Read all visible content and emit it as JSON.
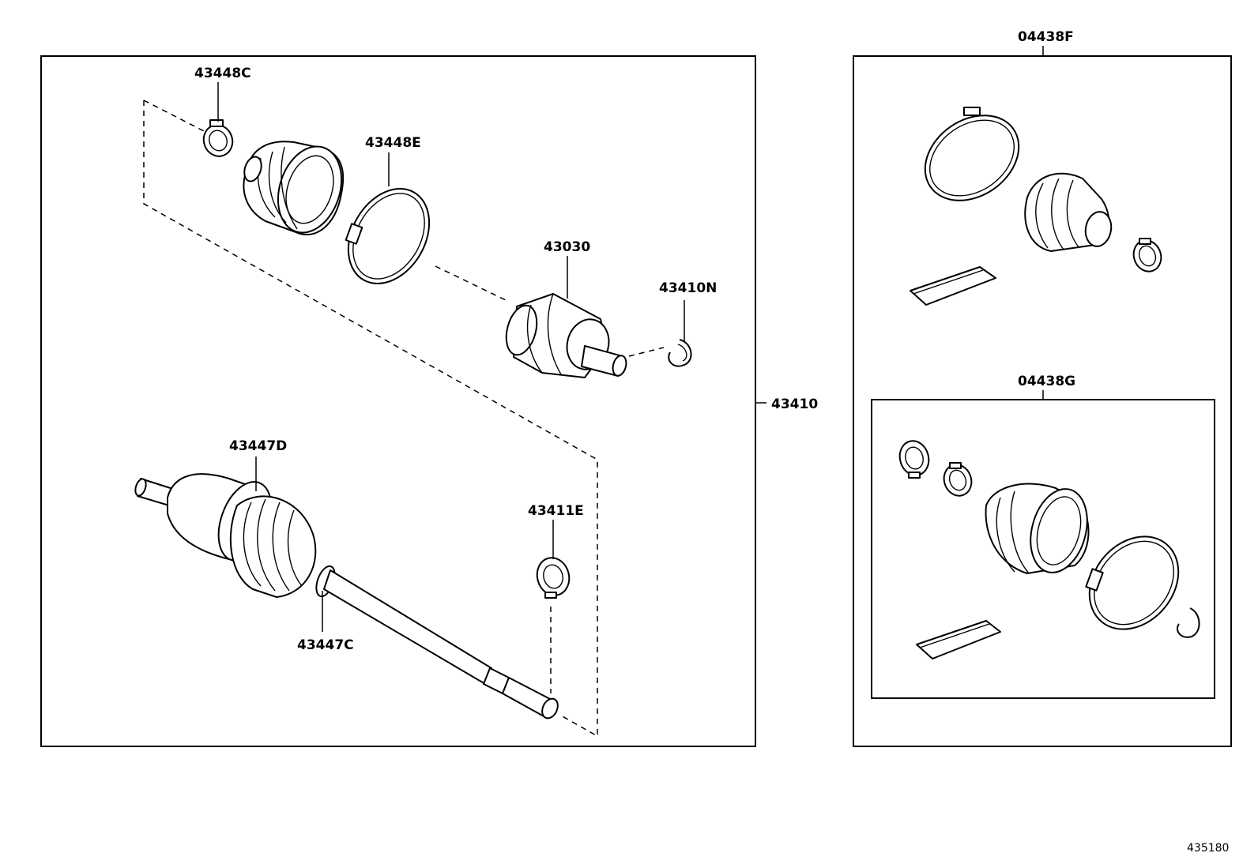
{
  "diagram": {
    "labels": {
      "boot_clamp_small": "43448C",
      "boot_clamp_large": "43448E",
      "inboard_joint": "43030",
      "snap_ring_inner": "43410N",
      "shaft_assembly": "43410",
      "outboard_boot": "43447D",
      "outboard_clamp": "43447C",
      "snap_ring_outer": "43411E",
      "boot_kit_inboard": "04438F",
      "boot_kit_outboard": "04438G",
      "diagram_number": "435180"
    }
  }
}
